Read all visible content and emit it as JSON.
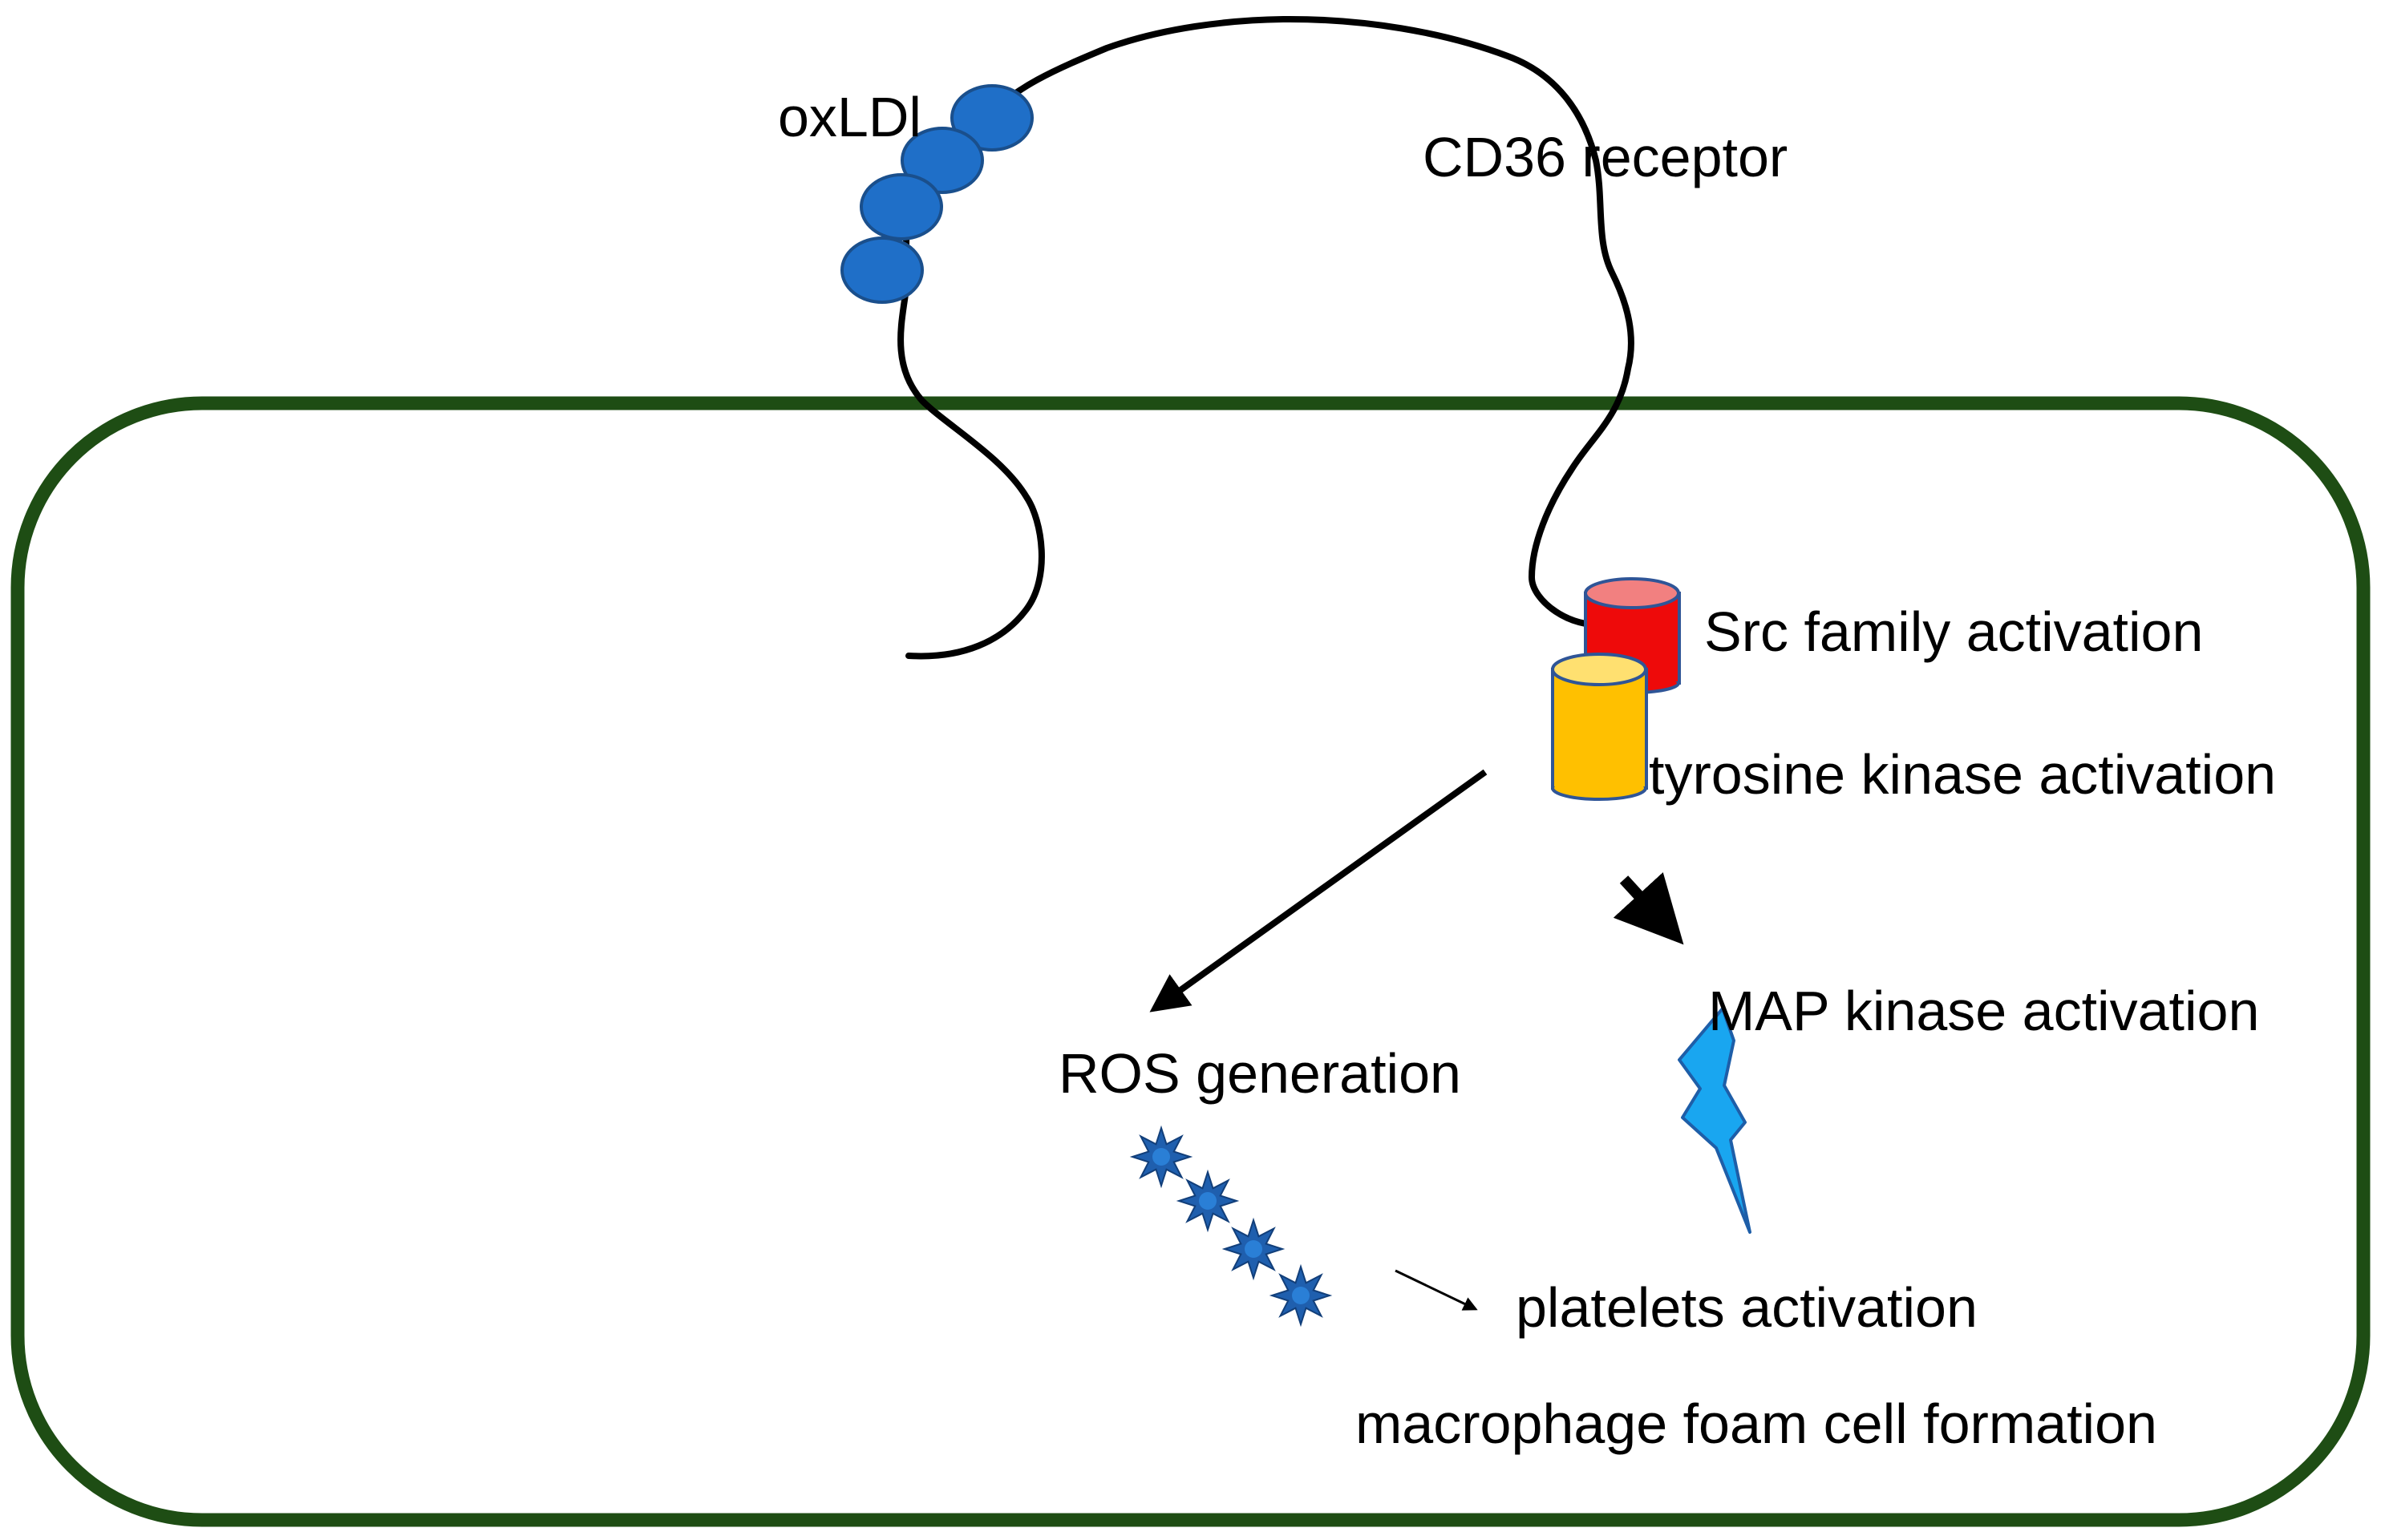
{
  "labels": {
    "oxldl": "oxLDl",
    "cd36": "CD36 receptor",
    "src": "Src family activation",
    "tyrosine": "tyrosine kinase activation",
    "ros": "ROS generation",
    "map": "MAP kinase activation",
    "platelets": "platelets activation",
    "foam": "macrophage foam cell formation"
  },
  "colors": {
    "membrane": "#1e4d14",
    "receptor": "#000000",
    "oxldl_fill": "#1f6fc8",
    "oxldl_stroke": "#1a4f8c",
    "src_fill": "#ee0a0a",
    "src_top": "#f28080",
    "tyrosine_fill": "#ffc000",
    "tyrosine_top": "#ffe070",
    "cylinder_stroke": "#2f5597",
    "ros_star": "#1f5fae",
    "lightning": "#19a6f0",
    "arrow": "#000000"
  }
}
